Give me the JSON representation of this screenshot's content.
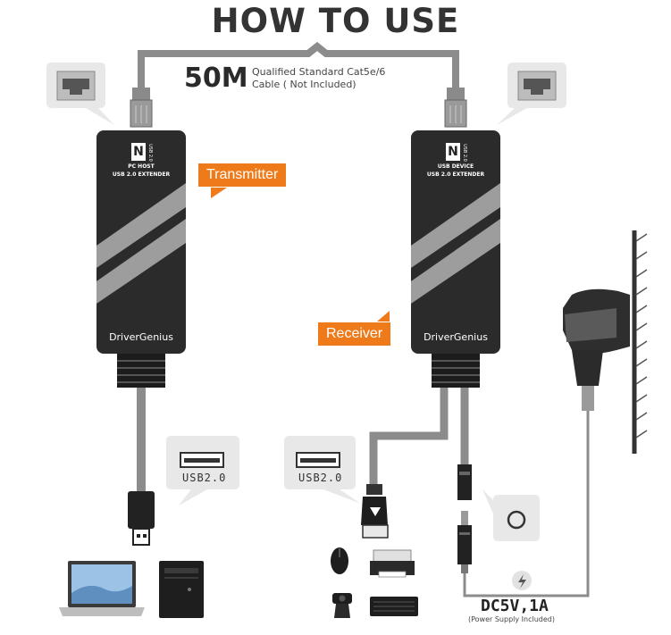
{
  "title": "HOW TO USE",
  "cable": {
    "length": "50M",
    "desc_line1": "Qualified Standard Cat5e/6",
    "desc_line2": "Cable ( Not Included)"
  },
  "transmitter": {
    "tag": "Transmitter",
    "mode": "PC HOST",
    "product": "USB 2.0 EXTENDER",
    "brand": "DriverGenius",
    "badge_letter": "N",
    "badge_side": "USB 2.0"
  },
  "receiver": {
    "tag": "Receiver",
    "mode": "USB DEVICE",
    "product": "USB 2.0 EXTENDER",
    "brand": "DriverGenius",
    "badge_letter": "N",
    "badge_side": "USB 2.0"
  },
  "usb_left": "USB2.0",
  "usb_right": "USB2.0",
  "power": {
    "rating": "DC5V,1A",
    "note": "(Power Supply Included)"
  },
  "colors": {
    "accent": "#ee7a1a",
    "device_body": "#2b2b2b",
    "cable": "#8c8c8c",
    "bubble": "#e8e8e8"
  }
}
